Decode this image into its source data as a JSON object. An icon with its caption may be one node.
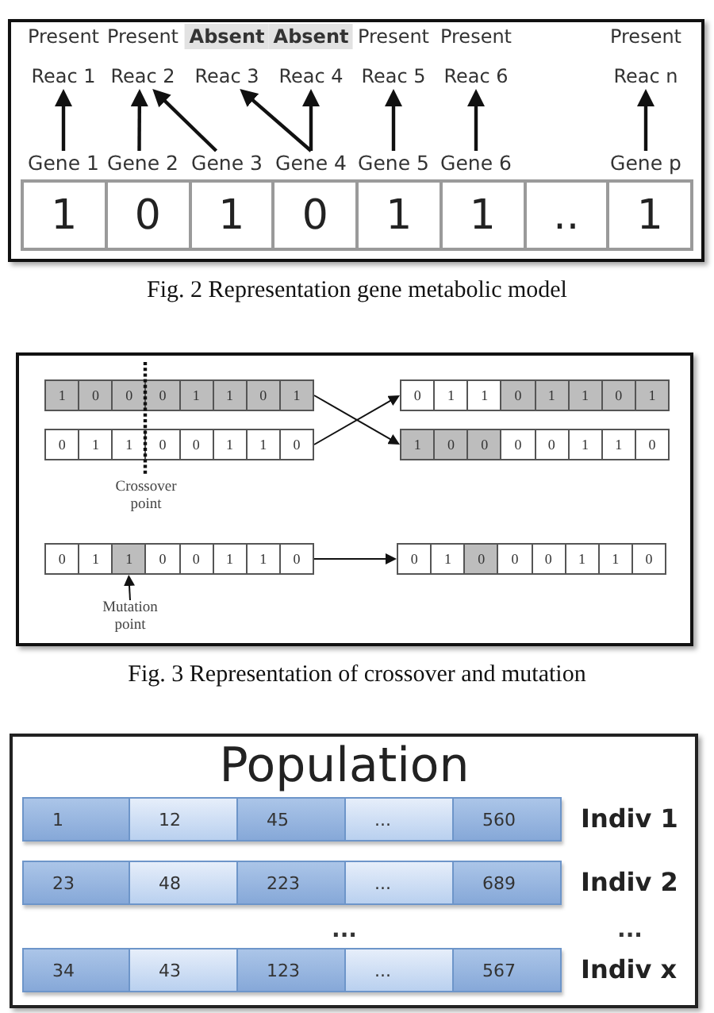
{
  "diagram": {
    "nodes": [
      {
        "text": [
          "Reac 1"
        ],
        "beside": [
          "Present"
        ]
      },
      {
        "text": [
          "Reac 2"
        ],
        "beside": [
          "Present"
        ]
      },
      {
        "text": [
          "Reac 3"
        ],
        "beside": [
          "Absent"
        ]
      },
      {
        "text": [
          "Reac 4"
        ],
        "beside": [
          "Absent"
        ]
      },
      {
        "text": [
          "Reac 5"
        ],
        "beside": [
          "Present"
        ]
      },
      {
        "text": [
          "Reac 6"
        ],
        "beside": [
          "Present"
        ]
      },
      {
        "text": [
          "Reac n"
        ],
        "beside": [
          "Present"
        ]
      },
      {
        "text": [
          "Gene 1"
        ]
      },
      {
        "text": [
          "Gene 2"
        ]
      },
      {
        "text": [
          "Gene 3"
        ]
      },
      {
        "text": [
          "Gene 4"
        ]
      },
      {
        "text": [
          "Gene 5"
        ]
      },
      {
        "text": [
          "Gene 6"
        ]
      },
      {
        "text": [
          "Gene p"
        ]
      },
      {
        "text": [
          "1",
          "0",
          "1",
          "0",
          "1",
          "1",
          "..",
          "1"
        ]
      },
      {
        "text": [
          "1",
          "0",
          "0",
          "0",
          "1",
          "1",
          "0",
          "1"
        ]
      },
      {
        "text": [
          "0",
          "1",
          "1",
          "0",
          "1",
          "1",
          "0",
          "1"
        ]
      },
      {
        "text": [
          "0",
          "1",
          "1",
          "0",
          "0",
          "1",
          "1",
          "0"
        ]
      },
      {
        "text": [
          "1",
          "0",
          "0",
          "0",
          "0",
          "1",
          "1",
          "0"
        ]
      },
      {
        "text": [
          "0",
          "1",
          "1",
          "0",
          "0",
          "1",
          "1",
          "0"
        ]
      },
      {
        "text": [
          "0",
          "1",
          "0",
          "0",
          "0",
          "1",
          "1",
          "0"
        ]
      },
      {
        "text": [
          "Mutation point"
        ]
      },
      {
        "text": [
          "Population"
        ]
      },
      {
        "text": [
          "1",
          "12",
          "45",
          "...",
          "560"
        ],
        "beside": [
          "Indiv 1"
        ],
        "in": 22
      },
      {
        "text": [
          "23",
          "48",
          "223",
          "...",
          "689"
        ],
        "beside": [
          "Indiv 2"
        ],
        "in": 22
      },
      {
        "text": [
          "34",
          "43",
          "123",
          "...",
          "567"
        ],
        "beside": [
          "Indiv x"
        ],
        "in": 22
      }
    ],
    "edges": [
      {
        "from": 7,
        "to": 0,
        "arrow": "to"
      },
      {
        "from": 8,
        "to": 1,
        "arrow": "to"
      },
      {
        "from": 9,
        "to": 1,
        "arrow": "to"
      },
      {
        "from": 10,
        "to": 2,
        "arrow": "to"
      },
      {
        "from": 10,
        "to": 3,
        "arrow": "to"
      },
      {
        "from": 11,
        "to": 4,
        "arrow": "to"
      },
      {
        "from": 12,
        "to": 5,
        "arrow": "to"
      },
      {
        "from": 13,
        "to": 6,
        "arrow": "to"
      },
      {
        "from": 15,
        "to": 18,
        "arrow": "to"
      },
      {
        "from": 17,
        "to": 16,
        "arrow": "to"
      },
      {
        "from": 19,
        "to": 20,
        "arrow": "to"
      },
      {
        "from": 21,
        "to": 19,
        "arrow": "to"
      }
    ],
    "labels": [
      "Fig. 2 Representation gene metabolic model",
      "Crossover point",
      "Fig. 3 Representation of crossover and mutation",
      "...",
      "..."
    ]
  }
}
